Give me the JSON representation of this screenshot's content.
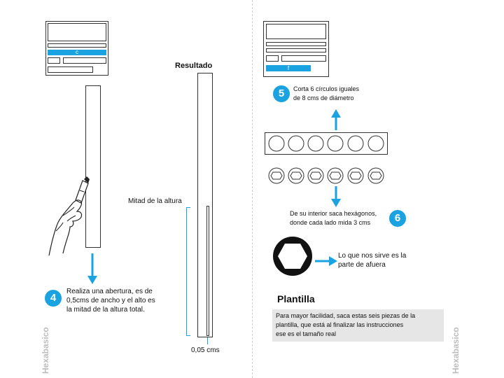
{
  "left_page": {
    "template_bar_letter": "c",
    "step4": {
      "number": "4",
      "text_lines": [
        "Realiza una abertura, es de",
        "0,5cms de ancho y el alto es",
        "la mitad de la altura total."
      ]
    },
    "resultado_label": "Resultado",
    "mitad_label": "Mitad de la altura",
    "width_label": "0,05 cms",
    "brand": "Hexabasico"
  },
  "right_page": {
    "template_bar_letter": "f",
    "step5": {
      "number": "5",
      "text_lines": [
        "Corta 6 círculos iguales",
        "de 8 cms de diámetro"
      ]
    },
    "step6": {
      "number": "6",
      "text_lines": [
        "De su interior saca hexágonos,",
        "donde cada lado mida 3 cms"
      ]
    },
    "outside_note_lines": [
      "Lo que nos sirve es la",
      "parte de afuera"
    ],
    "plantilla_title": "Plantilla",
    "plantilla_lines": [
      "Para mayor facilidad, saca estas seis piezas de la",
      "plantilla, que está al finalizar las instrucciones",
      "ese es el tamaño real"
    ],
    "brand": "Hexabasico"
  },
  "colors": {
    "accent": "#1aa3e0",
    "line": "#333333",
    "note_bg": "#e6e6e6",
    "brand_gray": "#bdbdbd"
  }
}
